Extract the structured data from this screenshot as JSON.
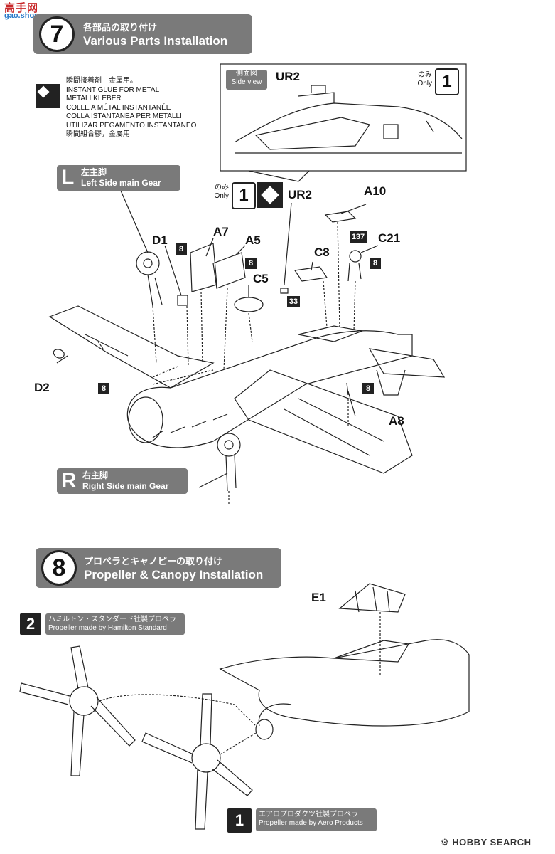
{
  "watermark": {
    "top": "高手网",
    "bottom": "gao.shou.com"
  },
  "step7": {
    "number": "7",
    "title_jp": "各部品の取り付け",
    "title_en": "Various Parts Installation"
  },
  "glue_note": {
    "lines": [
      "瞬間接着剤　金属用。",
      "INSTANT GLUE FOR METAL",
      "METALLKLEBER",
      "COLLE A MÉTAL INSTANTANÉE",
      "COLLA ISTANTANEA PER METALLI",
      "UTILIZAR PEGAMENTO INSTANTANEO",
      "瞬間組合膠，金屬用"
    ]
  },
  "side_view": {
    "label_jp": "側面図",
    "label_en": "Side view",
    "part": "UR2",
    "only_jp": "のみ",
    "only_en": "Only",
    "only_num": "1"
  },
  "left_gear": {
    "letter": "L",
    "label_jp": "左主脚",
    "label_en": "Left Side main Gear"
  },
  "right_gear": {
    "letter": "R",
    "label_jp": "右主脚",
    "label_en": "Right Side main Gear"
  },
  "only_mid": {
    "only_jp": "のみ",
    "only_en": "Only",
    "only_num": "1"
  },
  "parts": {
    "UR2": "UR2",
    "A10": "A10",
    "D1": "D1",
    "A7": "A7",
    "A5": "A5",
    "C8": "C8",
    "C21": "C21",
    "C5": "C5",
    "D2": "D2",
    "A8": "A8",
    "E1": "E1"
  },
  "color_codes": {
    "c8": "8",
    "c33": "33",
    "c137": "137"
  },
  "step8": {
    "number": "8",
    "title_jp": "プロペラとキャノピーの取り付け",
    "title_en": "Propeller & Canopy Installation"
  },
  "prop_hamilton": {
    "num": "2",
    "label_jp": "ハミルトン・スタンダード社製プロペラ",
    "label_en": "Propeller made by Hamilton Standard"
  },
  "prop_aero": {
    "num": "1",
    "label_jp": "エアロプロダクツ社製プロペラ",
    "label_en": "Propeller made by Aero Products"
  },
  "footer": {
    "brand": "HOBBY SEARCH"
  }
}
